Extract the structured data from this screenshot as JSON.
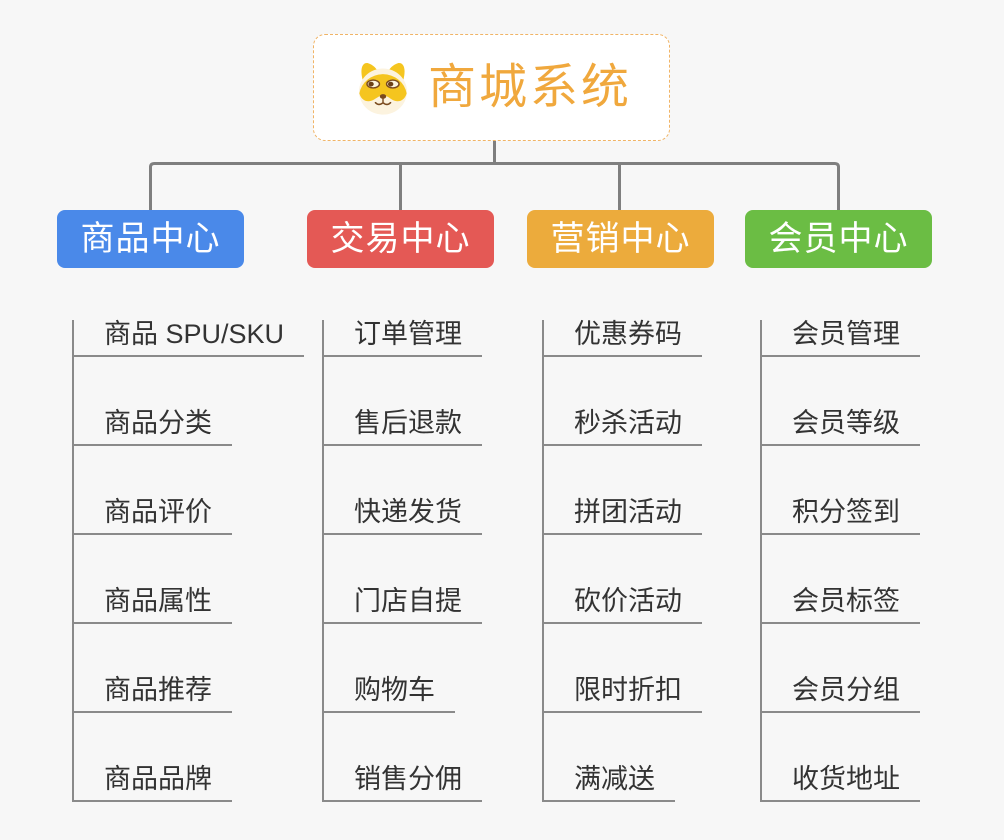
{
  "root": {
    "title": "商城系统",
    "icon": "shiba-dog-icon",
    "text_color": "#f0a83d",
    "border_color": "#f0b466"
  },
  "connector_color": "#7f7f7f",
  "line_color": "#8a8a8a",
  "background_color": "#f7f7f7",
  "branches": [
    {
      "label": "商品中心",
      "color": "#4a89e9",
      "items": [
        "商品 SPU/SKU",
        "商品分类",
        "商品评价",
        "商品属性",
        "商品推荐",
        "商品品牌"
      ]
    },
    {
      "label": "交易中心",
      "color": "#e45955",
      "items": [
        "订单管理",
        "售后退款",
        "快递发货",
        "门店自提",
        "购物车",
        "销售分佣"
      ]
    },
    {
      "label": "营销中心",
      "color": "#ecab3c",
      "items": [
        "优惠券码",
        "秒杀活动",
        "拼团活动",
        "砍价活动",
        "限时折扣",
        "满减送"
      ]
    },
    {
      "label": "会员中心",
      "color": "#6bbd44",
      "items": [
        "会员管理",
        "会员等级",
        "积分签到",
        "会员标签",
        "会员分组",
        "收货地址"
      ]
    }
  ]
}
